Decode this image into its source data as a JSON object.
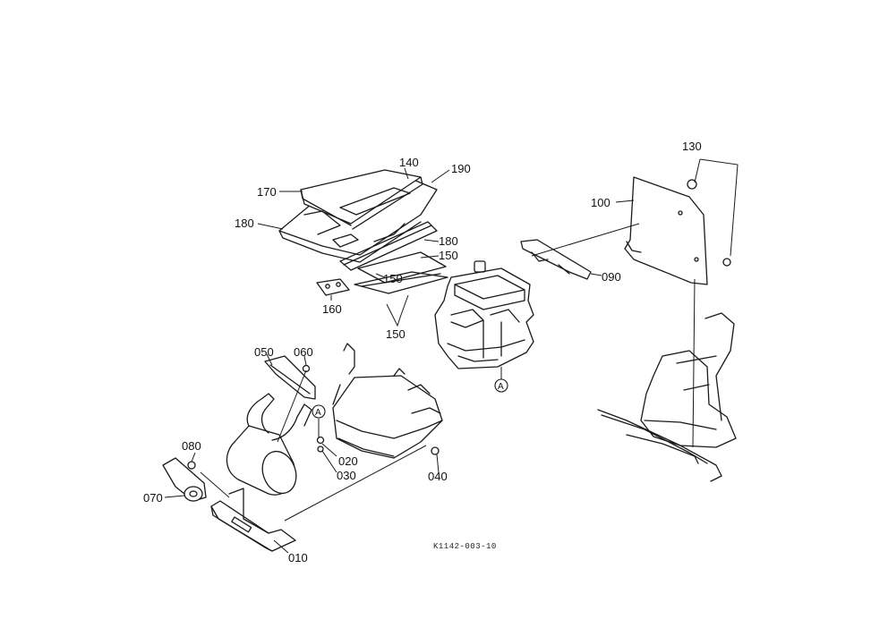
{
  "callouts": {
    "c010": "010",
    "c020": "020",
    "c030": "030",
    "c040": "040",
    "c050": "050",
    "c060": "060",
    "c070": "070",
    "c080": "080",
    "c090": "090",
    "c100": "100",
    "c130": "130",
    "c140": "140",
    "c150a": "150",
    "c150b": "150",
    "c150c": "150",
    "c160": "160",
    "c170": "170",
    "c180a": "180",
    "c180b": "180",
    "c190": "190"
  },
  "markers": {
    "upper": "A",
    "lower": "A"
  },
  "reference_code": "K1142-003-10"
}
